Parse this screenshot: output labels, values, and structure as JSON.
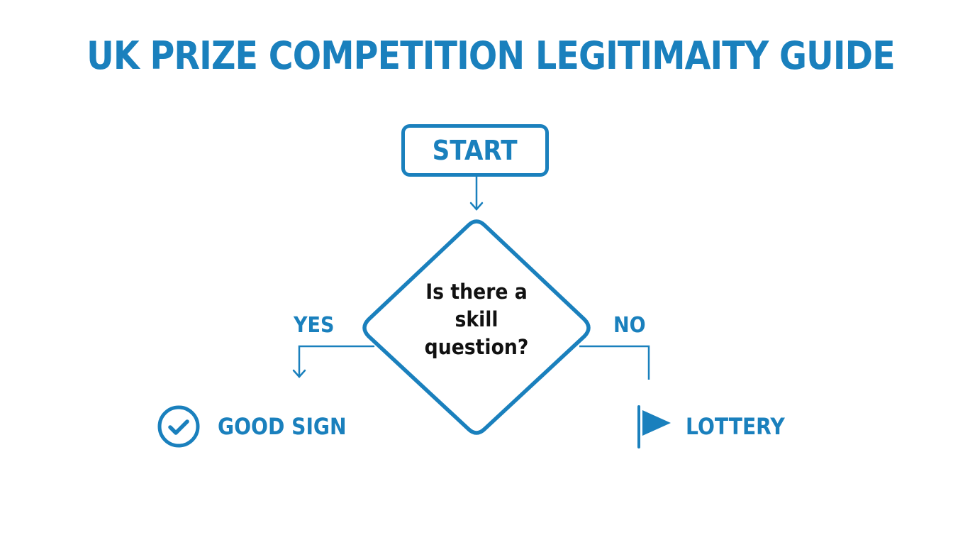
{
  "title": "UK PRIZE COMPETITION LEGITIMAITY GUIDE",
  "colors": {
    "accent": "#1a80bd",
    "question_text": "#111111",
    "background": "#ffffff"
  },
  "flowchart": {
    "start": {
      "label": "START",
      "shape": "rounded-rectangle"
    },
    "decision": {
      "text": "Is there a skill question?",
      "lines": [
        "Is there a",
        "skill",
        "question?"
      ],
      "shape": "diamond"
    },
    "branches": [
      {
        "label": "YES",
        "outcome": "GOOD SIGN",
        "icon": "check-circle-icon"
      },
      {
        "label": "NO",
        "outcome": "LOTTERY",
        "icon": "flag-icon"
      }
    ]
  }
}
